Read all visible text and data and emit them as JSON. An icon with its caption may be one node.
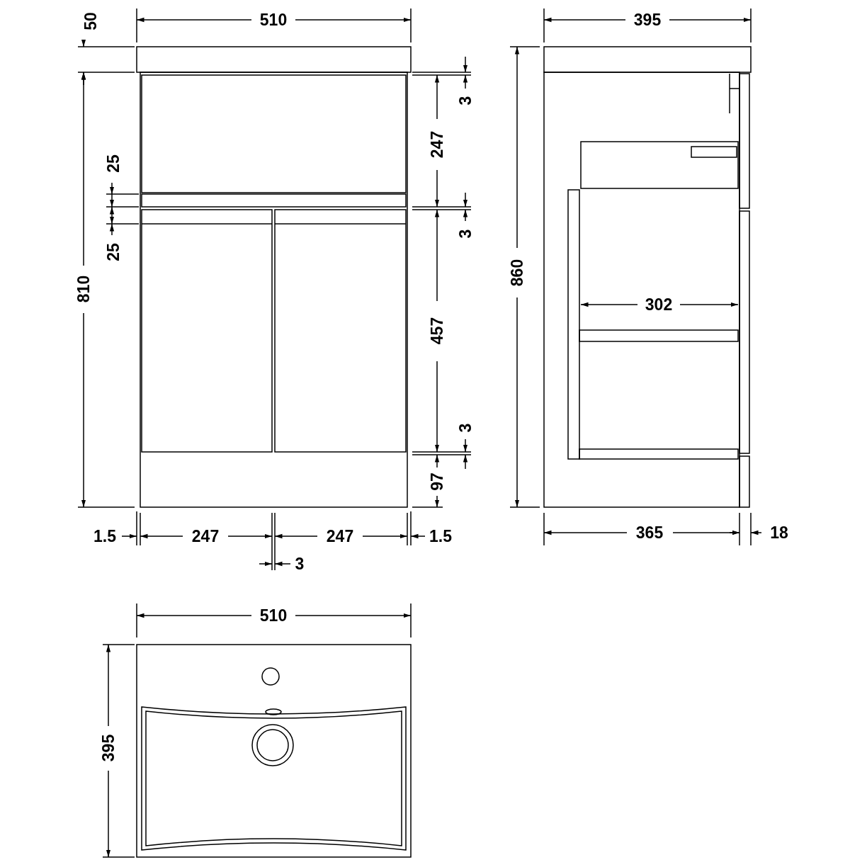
{
  "diagram": {
    "labels": [
      "50",
      "510",
      "395",
      "3",
      "247",
      "25",
      "25",
      "3",
      "810",
      "860",
      "302",
      "457",
      "3",
      "97",
      "1.5",
      "247",
      "247",
      "1.5",
      "365",
      "18",
      "3",
      "510",
      "395"
    ]
  }
}
